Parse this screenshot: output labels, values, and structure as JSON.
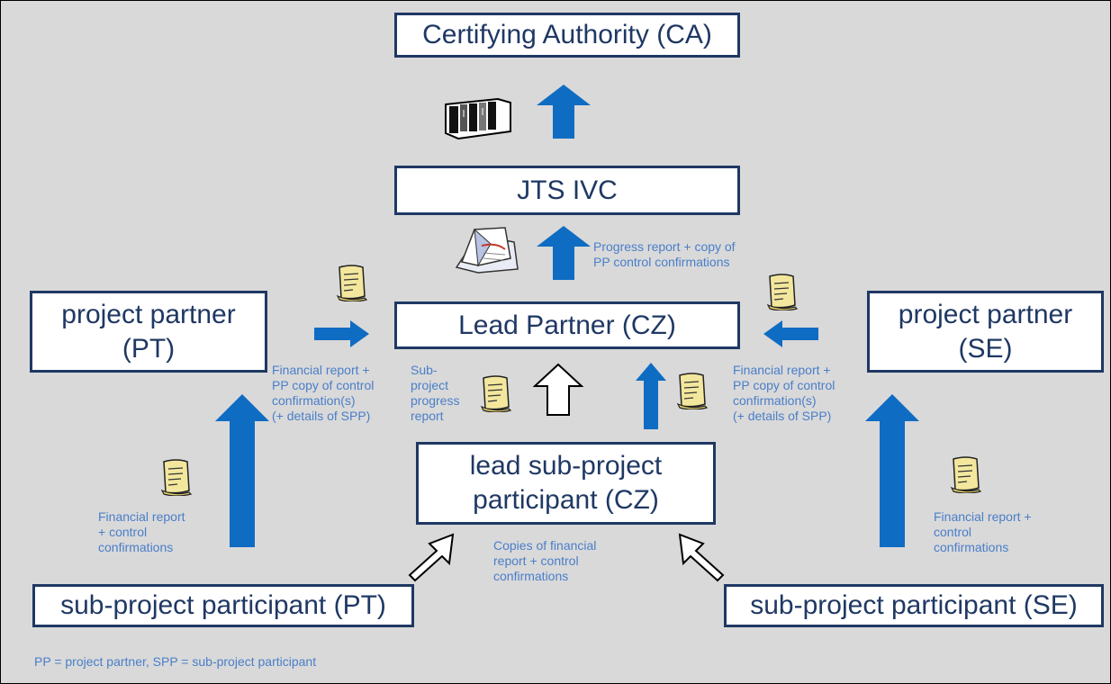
{
  "nodes": {
    "ca": "Certifying Authority (CA)",
    "jts": "JTS  IVC",
    "lead_partner": "Lead Partner (CZ)",
    "pp_pt": "project partner\n(PT)",
    "pp_se": "project partner\n(SE)",
    "lead_sub": "lead sub-project\nparticipant (CZ)",
    "spp_pt": "sub-project participant  (PT)",
    "spp_se": "sub-project participant  (SE)"
  },
  "labels": {
    "progress_report": "Progress report + copy of\nPP control confirmations",
    "fin_left": "Financial report +\nPP copy of control\nconfirmation(s)\n(+ details of SPP)",
    "fin_right": "Financial report +\nPP copy of control\nconfirmation(s)\n(+ details of SPP)",
    "sub_progress": "Sub-\nproject\nprogress\nreport",
    "fin_pt_bottom": "Financial report\n+ control\nconfirmations",
    "copies": "Copies of financial\nreport + control\nconfirmations",
    "fin_se_bottom": "Financial report +\ncontrol\nconfirmations",
    "footnote": "PP = project partner, SPP = sub-project participant"
  },
  "colors": {
    "arrow_fill": "#0f6cc3",
    "box_text": "#1f3864",
    "label_text": "#4a7ec9",
    "background": "#d9d9d9",
    "document_fill": "#f3e79e"
  },
  "icons": [
    "binders-icon",
    "papers-icon",
    "document-icon"
  ]
}
